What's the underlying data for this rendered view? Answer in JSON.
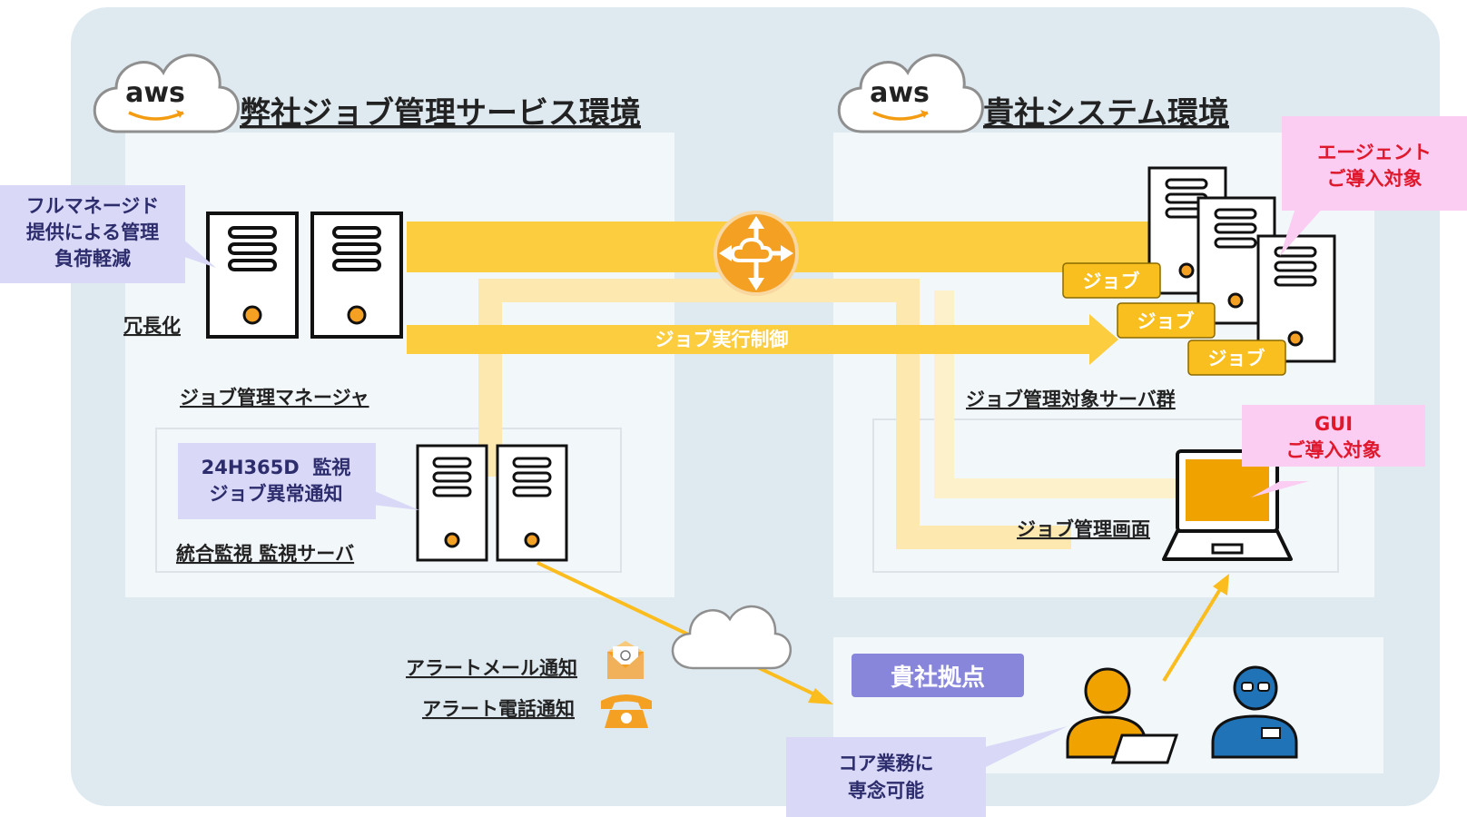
{
  "left_env": {
    "logo": "aws",
    "title": "弊社ジョブ管理サービス環境"
  },
  "right_env": {
    "logo": "aws",
    "title": "貴社システム環境"
  },
  "callouts": {
    "managed": [
      "フルマネージド",
      "提供による管理",
      "負荷軽減"
    ],
    "monitoring": [
      "24H365D  監視",
      "ジョブ異常通知"
    ],
    "agent": [
      "エージェント",
      "ご導入対象"
    ],
    "gui": [
      "GUI",
      "ご導入対象"
    ],
    "core": [
      "コア業務に",
      "専念可能"
    ]
  },
  "labels": {
    "redundancy": "冗長化",
    "job_manager": "ジョブ管理マネージャ",
    "monitor_server": "統合監視 監視サーバ",
    "job_exec": "ジョブ実行制御",
    "target_servers": "ジョブ管理対象サーバ群",
    "job_screen": "ジョブ管理画面",
    "alert_mail": "アラートメール通知",
    "alert_phone": "アラート電話通知",
    "site": "貴社拠点"
  },
  "jobs": [
    "ジョブ",
    "ジョブ",
    "ジョブ"
  ],
  "colors": {
    "background_panel": "#dfeaf0",
    "inner_panel": "#f2f7fa",
    "flow_yellow": "#fccd3e",
    "flow_light": "#fde9b0",
    "orange": "#f3a023",
    "callout_purple": "#d9d8f6",
    "callout_pink": "#fbcdf2",
    "site_badge": "#8886db",
    "person_orange": "#f0a300",
    "person_blue": "#1f73b6"
  }
}
